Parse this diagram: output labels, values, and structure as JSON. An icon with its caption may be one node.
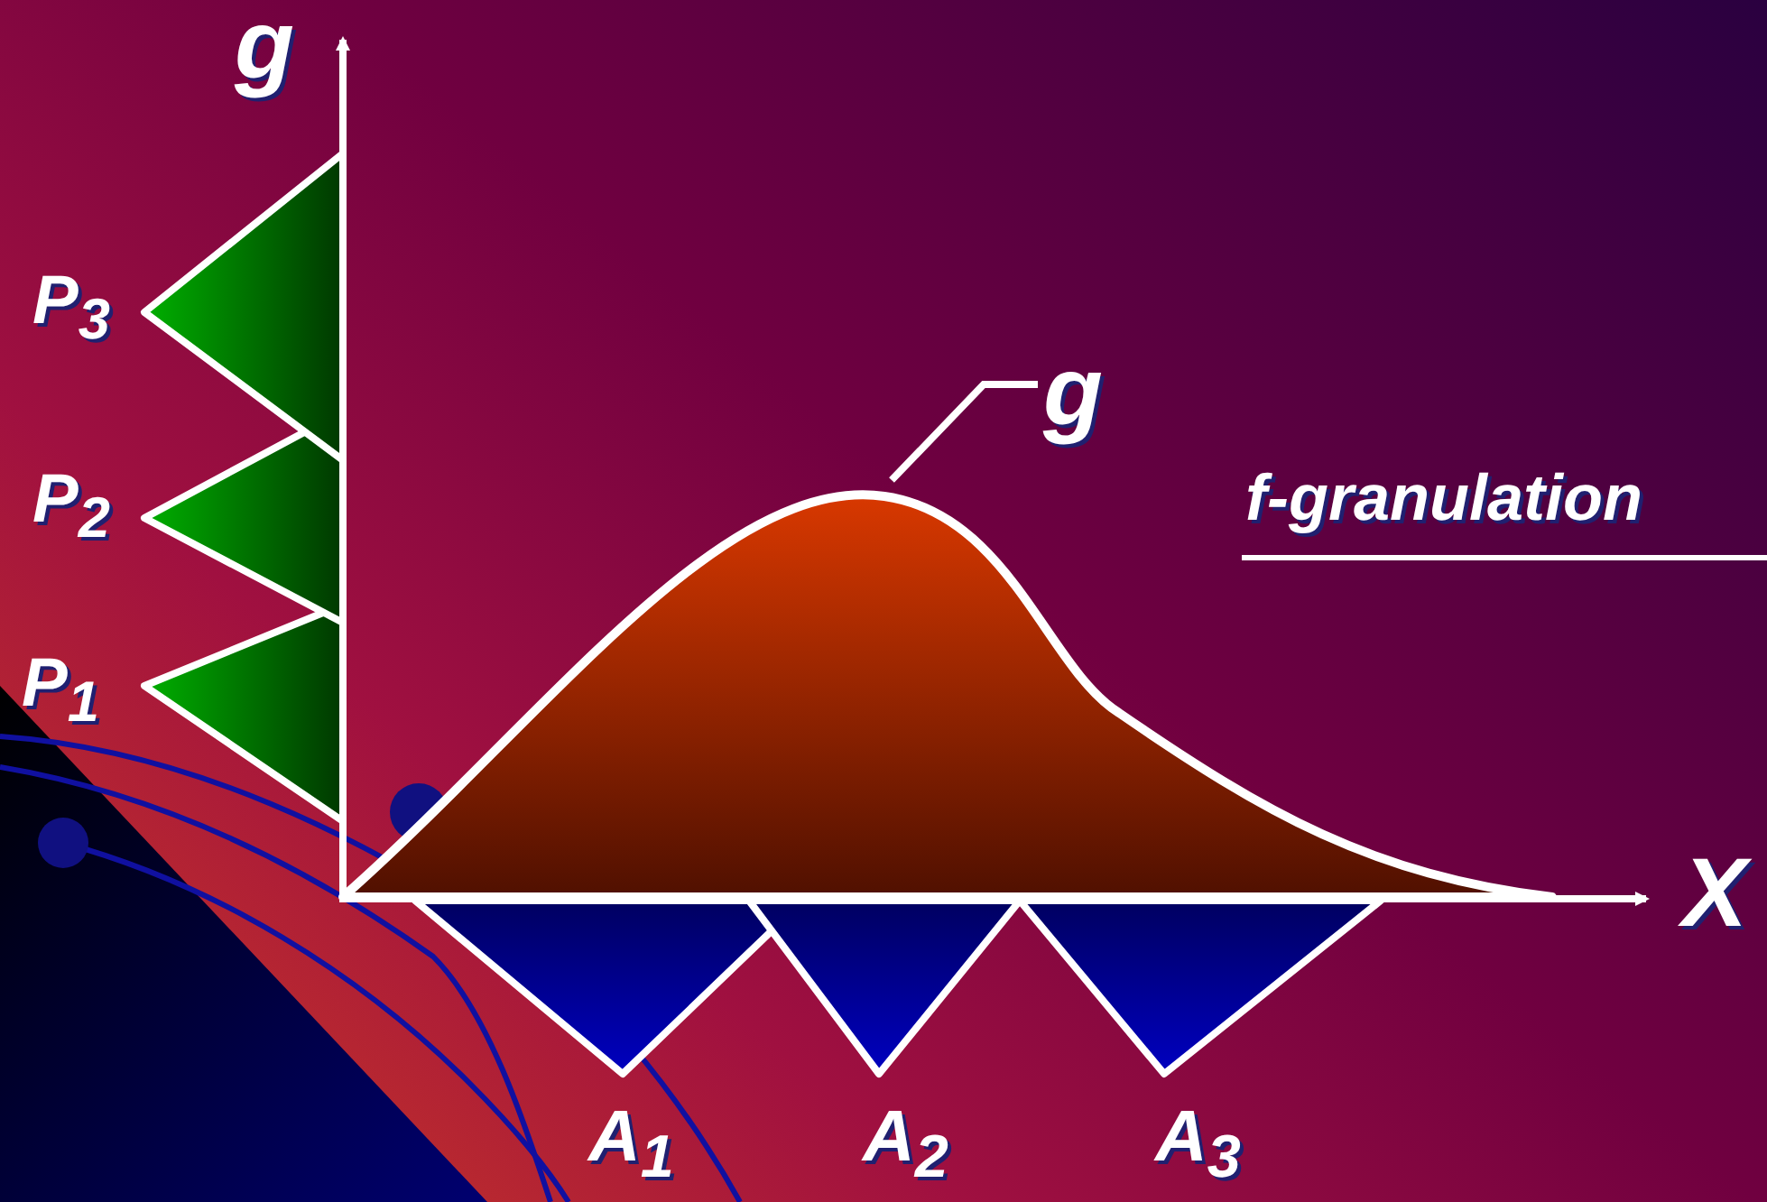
{
  "diagram": {
    "nodes": [
      {
        "text": [
          "g"
        ]
      },
      {
        "text": [],
        "shape": "curve"
      }
    ],
    "edges": [
      {
        "from": 0,
        "to": 1,
        "arrow": "none"
      }
    ],
    "labels": [
      "g",
      "P$_{3}$",
      "P$_{2}$",
      "P$_{1}$",
      "f-granulation",
      "X",
      "A$_{1}$",
      "A$_{2}$",
      "A$_{3}$"
    ]
  }
}
